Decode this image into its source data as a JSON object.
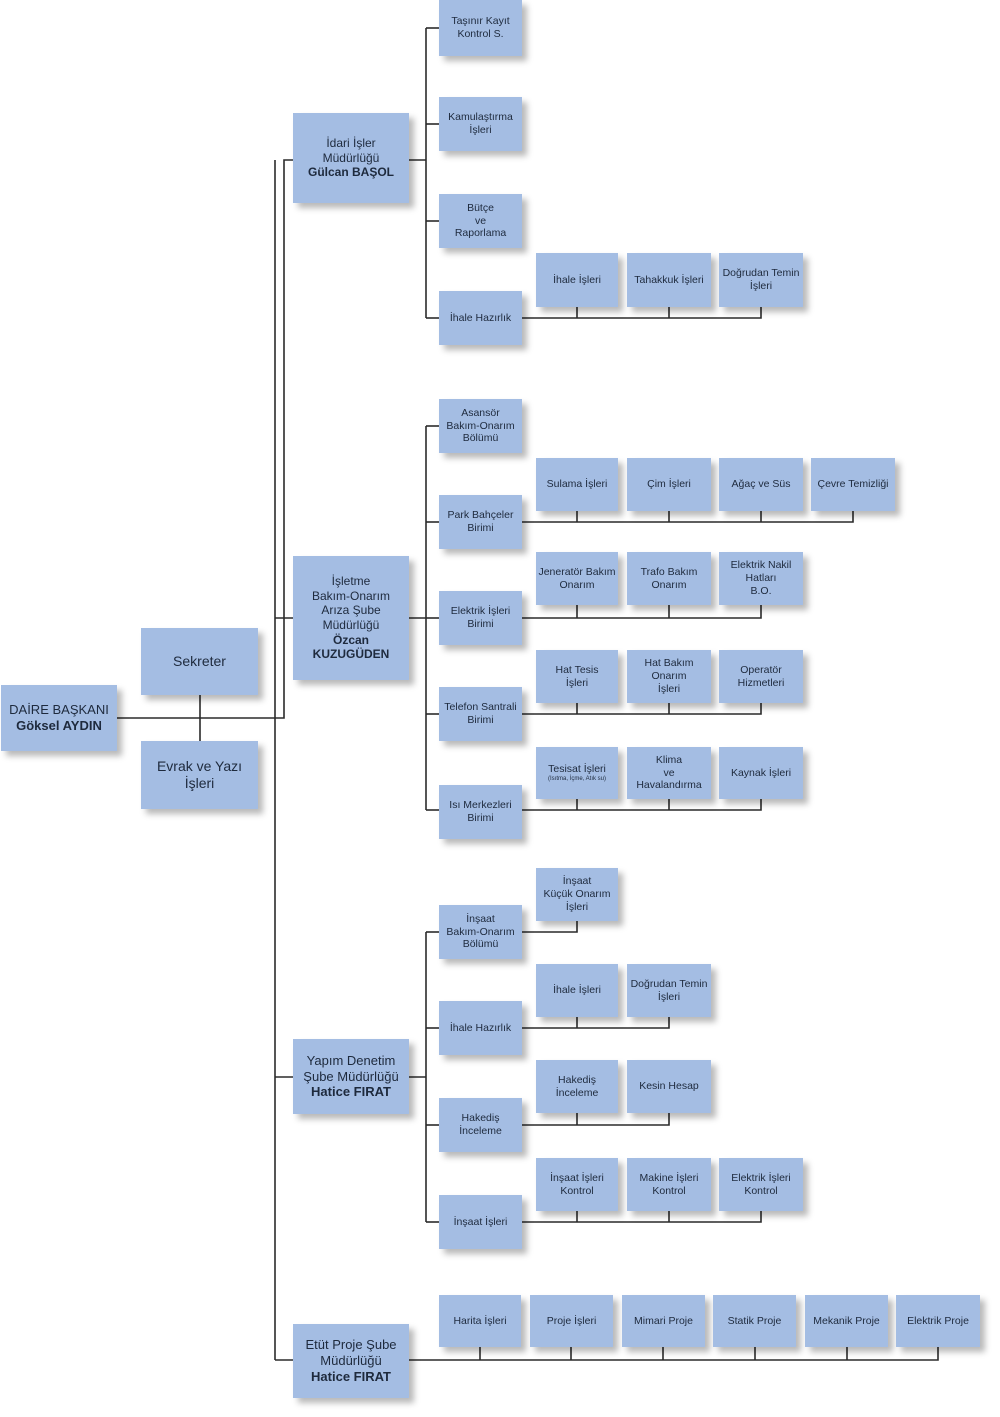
{
  "head": {
    "title": "DAİRE BAŞKANI",
    "name": "Göksel AYDIN"
  },
  "secretary": {
    "label": "Sekreter"
  },
  "records": {
    "label": "Evrak ve Yazı\nİşleri"
  },
  "directorates": [
    {
      "title": "İdari İşler\nMüdürlüğü",
      "name": "Gülcan BAŞOL",
      "units": [
        {
          "label": "Taşınır Kayıt\nKontrol S."
        },
        {
          "label": "Kamulaştırma\nİşleri"
        },
        {
          "label": "Bütçe\nve\nRaporlama"
        },
        {
          "label": "İhale Hazırlık",
          "subs": [
            "İhale İşleri",
            "Tahakkuk İşleri",
            "Doğrudan Temin\nİşleri"
          ]
        }
      ]
    },
    {
      "title": "İşletme\nBakım-Onarım\nArıza Şube\nMüdürlüğü",
      "name": "Özcan KUZUGÜDEN",
      "units": [
        {
          "label": "Asansör\nBakım-Onarım\nBölümü"
        },
        {
          "label": "Park Bahçeler\nBirimi",
          "subs": [
            "Sulama İşleri",
            "Çim İşleri",
            "Ağaç ve Süs",
            "Çevre Temizliği"
          ]
        },
        {
          "label": "Elektrik İşleri\nBirimi",
          "subs": [
            "Jeneratör Bakım\nOnarım",
            "Trafo Bakım\nOnarım",
            "Elektrik Nakil\nHatları\nB.O."
          ]
        },
        {
          "label": "Telefon Santrali\nBirimi",
          "subs": [
            "Hat Tesis\nİşleri",
            "Hat Bakım\nOnarım\nİşleri",
            "Operatör\nHizmetleri"
          ]
        },
        {
          "label": "Isı Merkezleri\nBirimi",
          "subs": [
            "Tesisat İşleri",
            "Klima\nve\nHavalandırma",
            "Kaynak İşleri"
          ],
          "sub_note": "(Isıtma, İçme, Atık su)"
        }
      ]
    },
    {
      "title": "Yapım Denetim\nŞube Müdürlüğü",
      "name": "Hatice FIRAT",
      "units": [
        {
          "label": "İnşaat\nBakım-Onarım\nBölümü",
          "subs": [
            "İnşaat\nKüçük Onarım\nİşleri"
          ]
        },
        {
          "label": "İhale Hazırlık",
          "subs": [
            "İhale İşleri",
            "Doğrudan Temin\nİşleri"
          ]
        },
        {
          "label": "Hakediş\nİnceleme",
          "subs": [
            "Hakediş\nİnceleme",
            "Kesin Hesap"
          ]
        },
        {
          "label": "İnşaat İşleri",
          "subs": [
            "İnşaat İşleri\nKontrol",
            "Makine İşleri\nKontrol",
            "Elektrik İşleri\nKontrol"
          ]
        }
      ]
    },
    {
      "title": "Etüt Proje Şube\nMüdürlüğü",
      "name": "Hatice FIRAT",
      "units": [
        {
          "label": "Harita İşleri"
        },
        {
          "label": "Proje İşleri"
        },
        {
          "label": "Mimari Proje"
        },
        {
          "label": "Statik Proje"
        },
        {
          "label": "Mekanik Proje"
        },
        {
          "label": "Elektrik Proje"
        }
      ]
    }
  ]
}
